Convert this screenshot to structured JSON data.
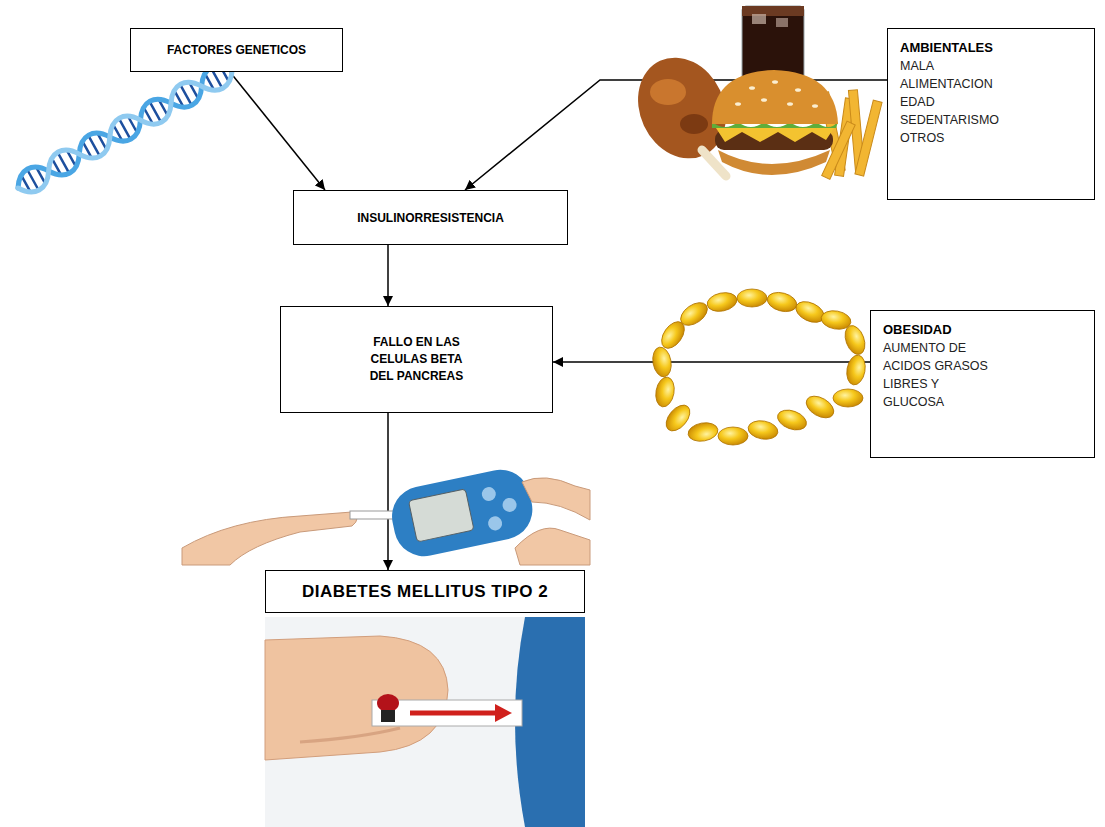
{
  "diagram": {
    "nodes": [
      {
        "text": [
          "FACTORES GENETICOS"
        ]
      },
      {
        "text": [
          "AMBIENTALES",
          "MALA ALIMENTACION EDAD SEDENTARISMO OTROS"
        ]
      },
      {
        "text": [
          "INSULINORRESISTENCIA"
        ]
      },
      {
        "text": [
          "FALLO EN LAS CELULAS BETA DEL PANCREAS"
        ]
      },
      {
        "text": [
          "OBESIDAD",
          "AUMENTO DE ACIDOS GRASOS LIBRES Y GLUCOSA"
        ]
      },
      {
        "text": [
          "DIABETES MELLITUS TIPO 2"
        ]
      }
    ],
    "edges": [
      {
        "from": 0,
        "to": 2,
        "arrow": "to"
      },
      {
        "from": 1,
        "to": 2,
        "arrow": "to"
      },
      {
        "from": 2,
        "to": 3,
        "arrow": "to"
      },
      {
        "from": 4,
        "to": 3,
        "arrow": "to"
      },
      {
        "from": 3,
        "to": 5,
        "arrow": "to"
      }
    ]
  }
}
